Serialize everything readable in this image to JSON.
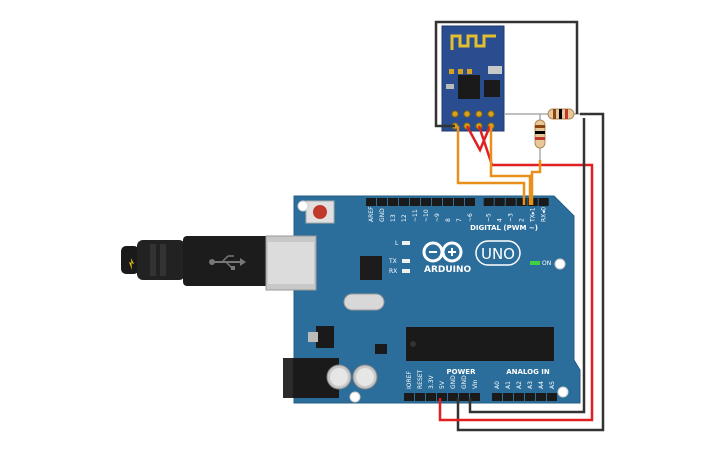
{
  "board": {
    "brand": "ARDUINO",
    "model": "UNO",
    "on_label": "ON",
    "led_l": "L",
    "led_tx": "TX",
    "led_rx": "RX",
    "digital_label": "DIGITAL (PWM ~)",
    "power_label": "POWER",
    "analog_label": "ANALOG IN",
    "digital_pins": [
      "AREF",
      "GND",
      "13",
      "12",
      "~11",
      "~10",
      "~9",
      "8",
      "7",
      "~6",
      "~5",
      "4",
      "~3",
      "2",
      "TX▸1",
      "RX◂0"
    ],
    "power_pins": [
      "IOREF",
      "RESET",
      "3.3V",
      "5V",
      "GND",
      "GND",
      "Vin"
    ],
    "analog_pins": [
      "A0",
      "A1",
      "A2",
      "A3",
      "A4",
      "A5"
    ]
  },
  "colors": {
    "board": "#2b6e9b",
    "wire_black": "#333333",
    "wire_red": "#e02020",
    "wire_orange": "#e8901a",
    "esp_module": "#2a4d8f"
  }
}
